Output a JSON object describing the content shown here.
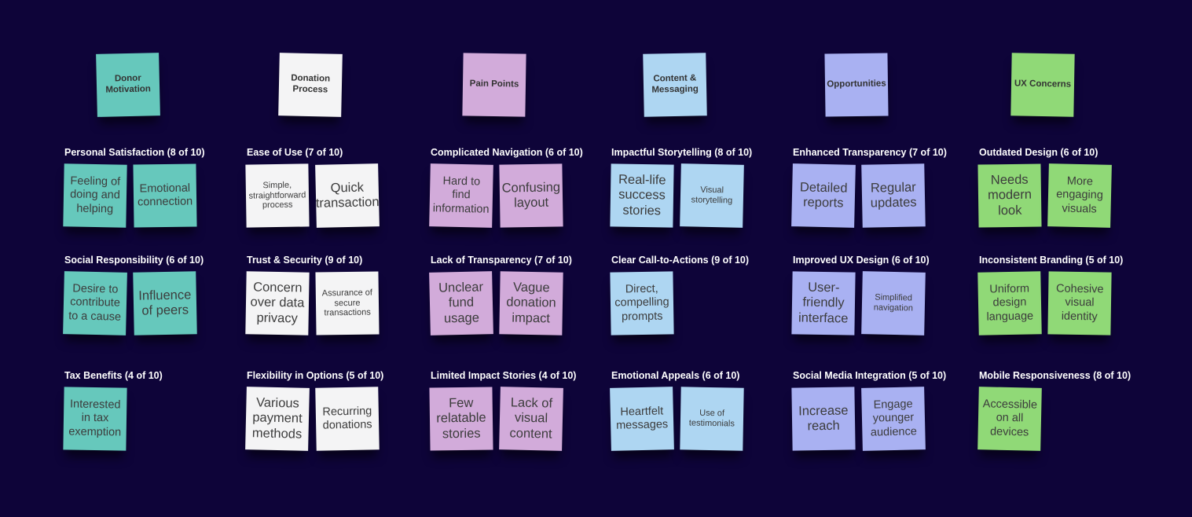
{
  "board": {
    "background_color": "#0e0439",
    "note_text_color": "#3c3c3c",
    "label_text_color": "#ffffff"
  },
  "columns": [
    {
      "name": "donor-motivation",
      "header": "Donor Motivation",
      "color": "#66c8bc",
      "groups": [
        {
          "label": "Personal Satisfaction (8 of 10)",
          "notes": [
            {
              "text": "Feeling of doing and helping",
              "size": "md"
            },
            {
              "text": "Emotional connection",
              "size": "md"
            }
          ]
        },
        {
          "label": "Social Responsibility (6 of 10)",
          "notes": [
            {
              "text": "Desire to contribute to a cause",
              "size": "md"
            },
            {
              "text": "Influence of peers",
              "size": "lg"
            }
          ]
        },
        {
          "label": "Tax Benefits (4 of 10)",
          "notes": [
            {
              "text": "Interested in tax exemption",
              "size": "md"
            }
          ]
        }
      ]
    },
    {
      "name": "donation-process",
      "header": "Donation Process",
      "color": "#f4f4f5",
      "groups": [
        {
          "label": "Ease of Use (7 of 10)",
          "notes": [
            {
              "text": "Simple, straightforward process",
              "size": "sm"
            },
            {
              "text": "Quick transaction",
              "size": "lg"
            }
          ]
        },
        {
          "label": "Trust & Security (9 of 10)",
          "notes": [
            {
              "text": "Concern over data privacy",
              "size": "lg"
            },
            {
              "text": "Assurance of secure transactions",
              "size": "sm"
            }
          ]
        },
        {
          "label": "Flexibility in Options (5 of 10)",
          "notes": [
            {
              "text": "Various payment methods",
              "size": "lg"
            },
            {
              "text": "Recurring donations",
              "size": "md"
            }
          ]
        }
      ]
    },
    {
      "name": "pain-points",
      "header": "Pain Points",
      "color": "#d2abda",
      "groups": [
        {
          "label": "Complicated Navigation (6 of 10)",
          "notes": [
            {
              "text": "Hard to find information",
              "size": "md"
            },
            {
              "text": "Confusing layout",
              "size": "lg"
            }
          ]
        },
        {
          "label": "Lack of Transparency (7 of 10)",
          "notes": [
            {
              "text": "Unclear fund usage",
              "size": "lg"
            },
            {
              "text": "Vague donation impact",
              "size": "lg"
            }
          ]
        },
        {
          "label": "Limited Impact Stories (4 of 10)",
          "notes": [
            {
              "text": "Few relatable stories",
              "size": "lg"
            },
            {
              "text": "Lack of visual content",
              "size": "lg"
            }
          ]
        }
      ]
    },
    {
      "name": "content-messaging",
      "header": "Content & Messaging",
      "color": "#aed6f2",
      "groups": [
        {
          "label": "Impactful Storytelling (8 of 10)",
          "notes": [
            {
              "text": "Real-life success stories",
              "size": "lg"
            },
            {
              "text": "Visual storytelling",
              "size": "sm"
            }
          ]
        },
        {
          "label": "Clear Call-to-Actions (9 of 10)",
          "notes": [
            {
              "text": "Direct, compelling prompts",
              "size": "md"
            }
          ]
        },
        {
          "label": "Emotional Appeals (6 of 10)",
          "notes": [
            {
              "text": "Heartfelt messages",
              "size": "md"
            },
            {
              "text": "Use of testimonials",
              "size": "sm"
            }
          ]
        }
      ]
    },
    {
      "name": "opportunities",
      "header": "Opportunities",
      "color": "#a9b1f2",
      "groups": [
        {
          "label": "Enhanced Transparency (7 of 10)",
          "notes": [
            {
              "text": "Detailed reports",
              "size": "lg"
            },
            {
              "text": "Regular updates",
              "size": "lg"
            }
          ]
        },
        {
          "label": "Improved UX Design (6 of 10)",
          "notes": [
            {
              "text": "User-friendly interface",
              "size": "lg"
            },
            {
              "text": "Simplified navigation",
              "size": "sm"
            }
          ]
        },
        {
          "label": "Social Media Integration (5 of 10)",
          "notes": [
            {
              "text": "Increase reach",
              "size": "lg"
            },
            {
              "text": "Engage younger audience",
              "size": "md"
            }
          ]
        }
      ]
    },
    {
      "name": "ux-concerns",
      "header": "UX Concerns",
      "color": "#90d977",
      "groups": [
        {
          "label": "Outdated Design (6 of 10)",
          "notes": [
            {
              "text": "Needs modern look",
              "size": "lg"
            },
            {
              "text": "More engaging visuals",
              "size": "md"
            }
          ]
        },
        {
          "label": "Inconsistent Branding (5 of 10)",
          "notes": [
            {
              "text": "Uniform design language",
              "size": "md"
            },
            {
              "text": "Cohesive visual identity",
              "size": "md"
            }
          ]
        },
        {
          "label": "Mobile Responsiveness (8 of 10)",
          "notes": [
            {
              "text": "Accessible on all devices",
              "size": "md"
            }
          ]
        }
      ]
    }
  ]
}
